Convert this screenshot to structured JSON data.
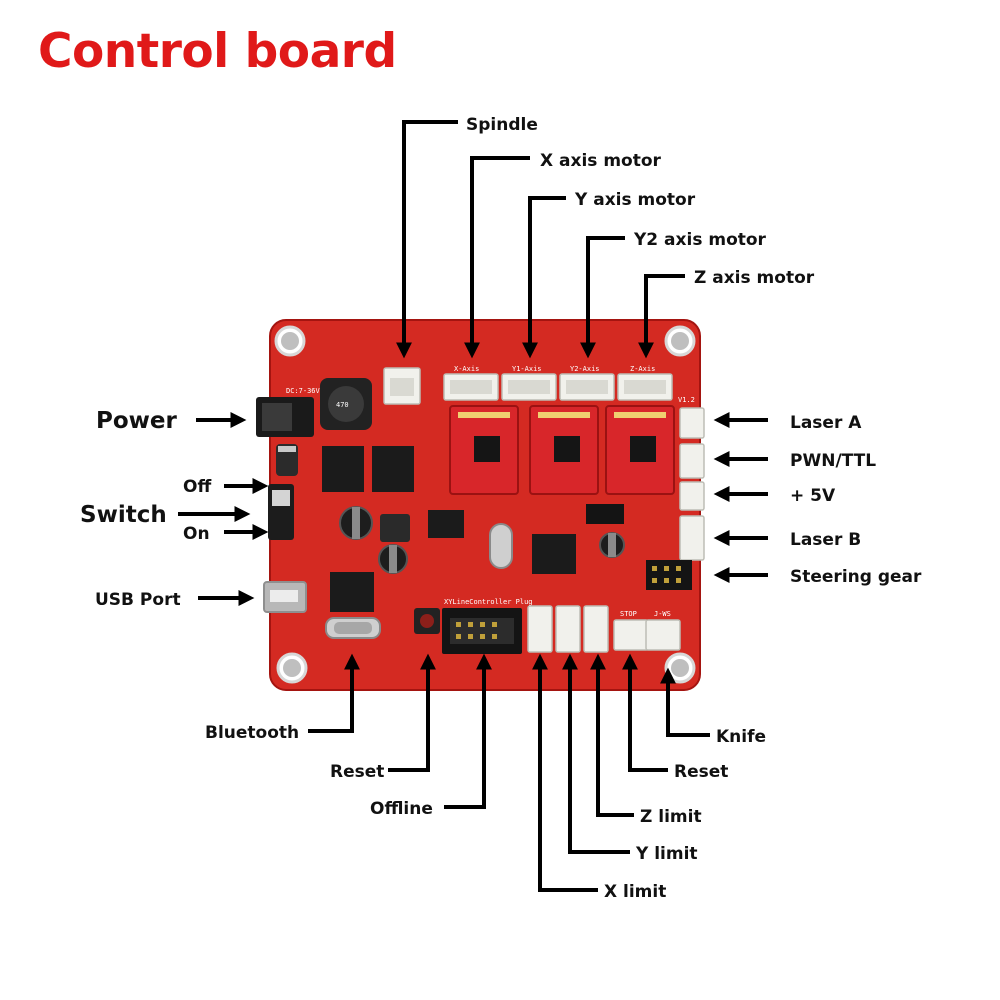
{
  "title": "Control board",
  "colors": {
    "title": "#e01919",
    "board": "#d42a22",
    "board_edge": "#a41410",
    "driver": "#d8262a",
    "connector": "#f1f1ec",
    "chip": "#1b1b1b",
    "line": "#000000"
  },
  "silkscreen": {
    "x_axis": "X-Axis",
    "y1_axis": "Y1-Axis",
    "y2_axis": "Y2-Axis",
    "z_axis": "Z-Axis",
    "dc_in": "DC:7-36V",
    "inductor": "470",
    "version": "V1.2",
    "plug": "XYLineController Plug",
    "stop": "STOP",
    "jws": "J-WS"
  },
  "labels": {
    "top": [
      {
        "key": "spindle",
        "text": "Spindle"
      },
      {
        "key": "x-axis-motor",
        "text": "X axis motor"
      },
      {
        "key": "y-axis-motor",
        "text": "Y axis motor"
      },
      {
        "key": "y2-axis-motor",
        "text": "Y2 axis motor"
      },
      {
        "key": "z-axis-motor",
        "text": "Z axis motor"
      }
    ],
    "left": [
      {
        "key": "power",
        "text": "Power"
      },
      {
        "key": "off",
        "text": "Off"
      },
      {
        "key": "switch",
        "text": "Switch"
      },
      {
        "key": "on",
        "text": "On"
      },
      {
        "key": "usb-port",
        "text": "USB Port"
      }
    ],
    "right": [
      {
        "key": "laser-a",
        "text": "Laser A"
      },
      {
        "key": "pwn-ttl",
        "text": "PWN/TTL"
      },
      {
        "key": "plus-5v",
        "text": "+ 5V"
      },
      {
        "key": "laser-b",
        "text": "Laser B"
      },
      {
        "key": "steering-gear",
        "text": "Steering gear"
      }
    ],
    "bottom_left": [
      {
        "key": "bluetooth",
        "text": "Bluetooth"
      },
      {
        "key": "reset-button",
        "text": "Reset"
      },
      {
        "key": "offline",
        "text": "Offline"
      }
    ],
    "bottom_right": [
      {
        "key": "knife",
        "text": "Knife"
      },
      {
        "key": "reset-stop",
        "text": "Reset"
      },
      {
        "key": "z-limit",
        "text": "Z limit"
      },
      {
        "key": "y-limit",
        "text": "Y limit"
      },
      {
        "key": "x-limit",
        "text": "X limit"
      }
    ]
  }
}
